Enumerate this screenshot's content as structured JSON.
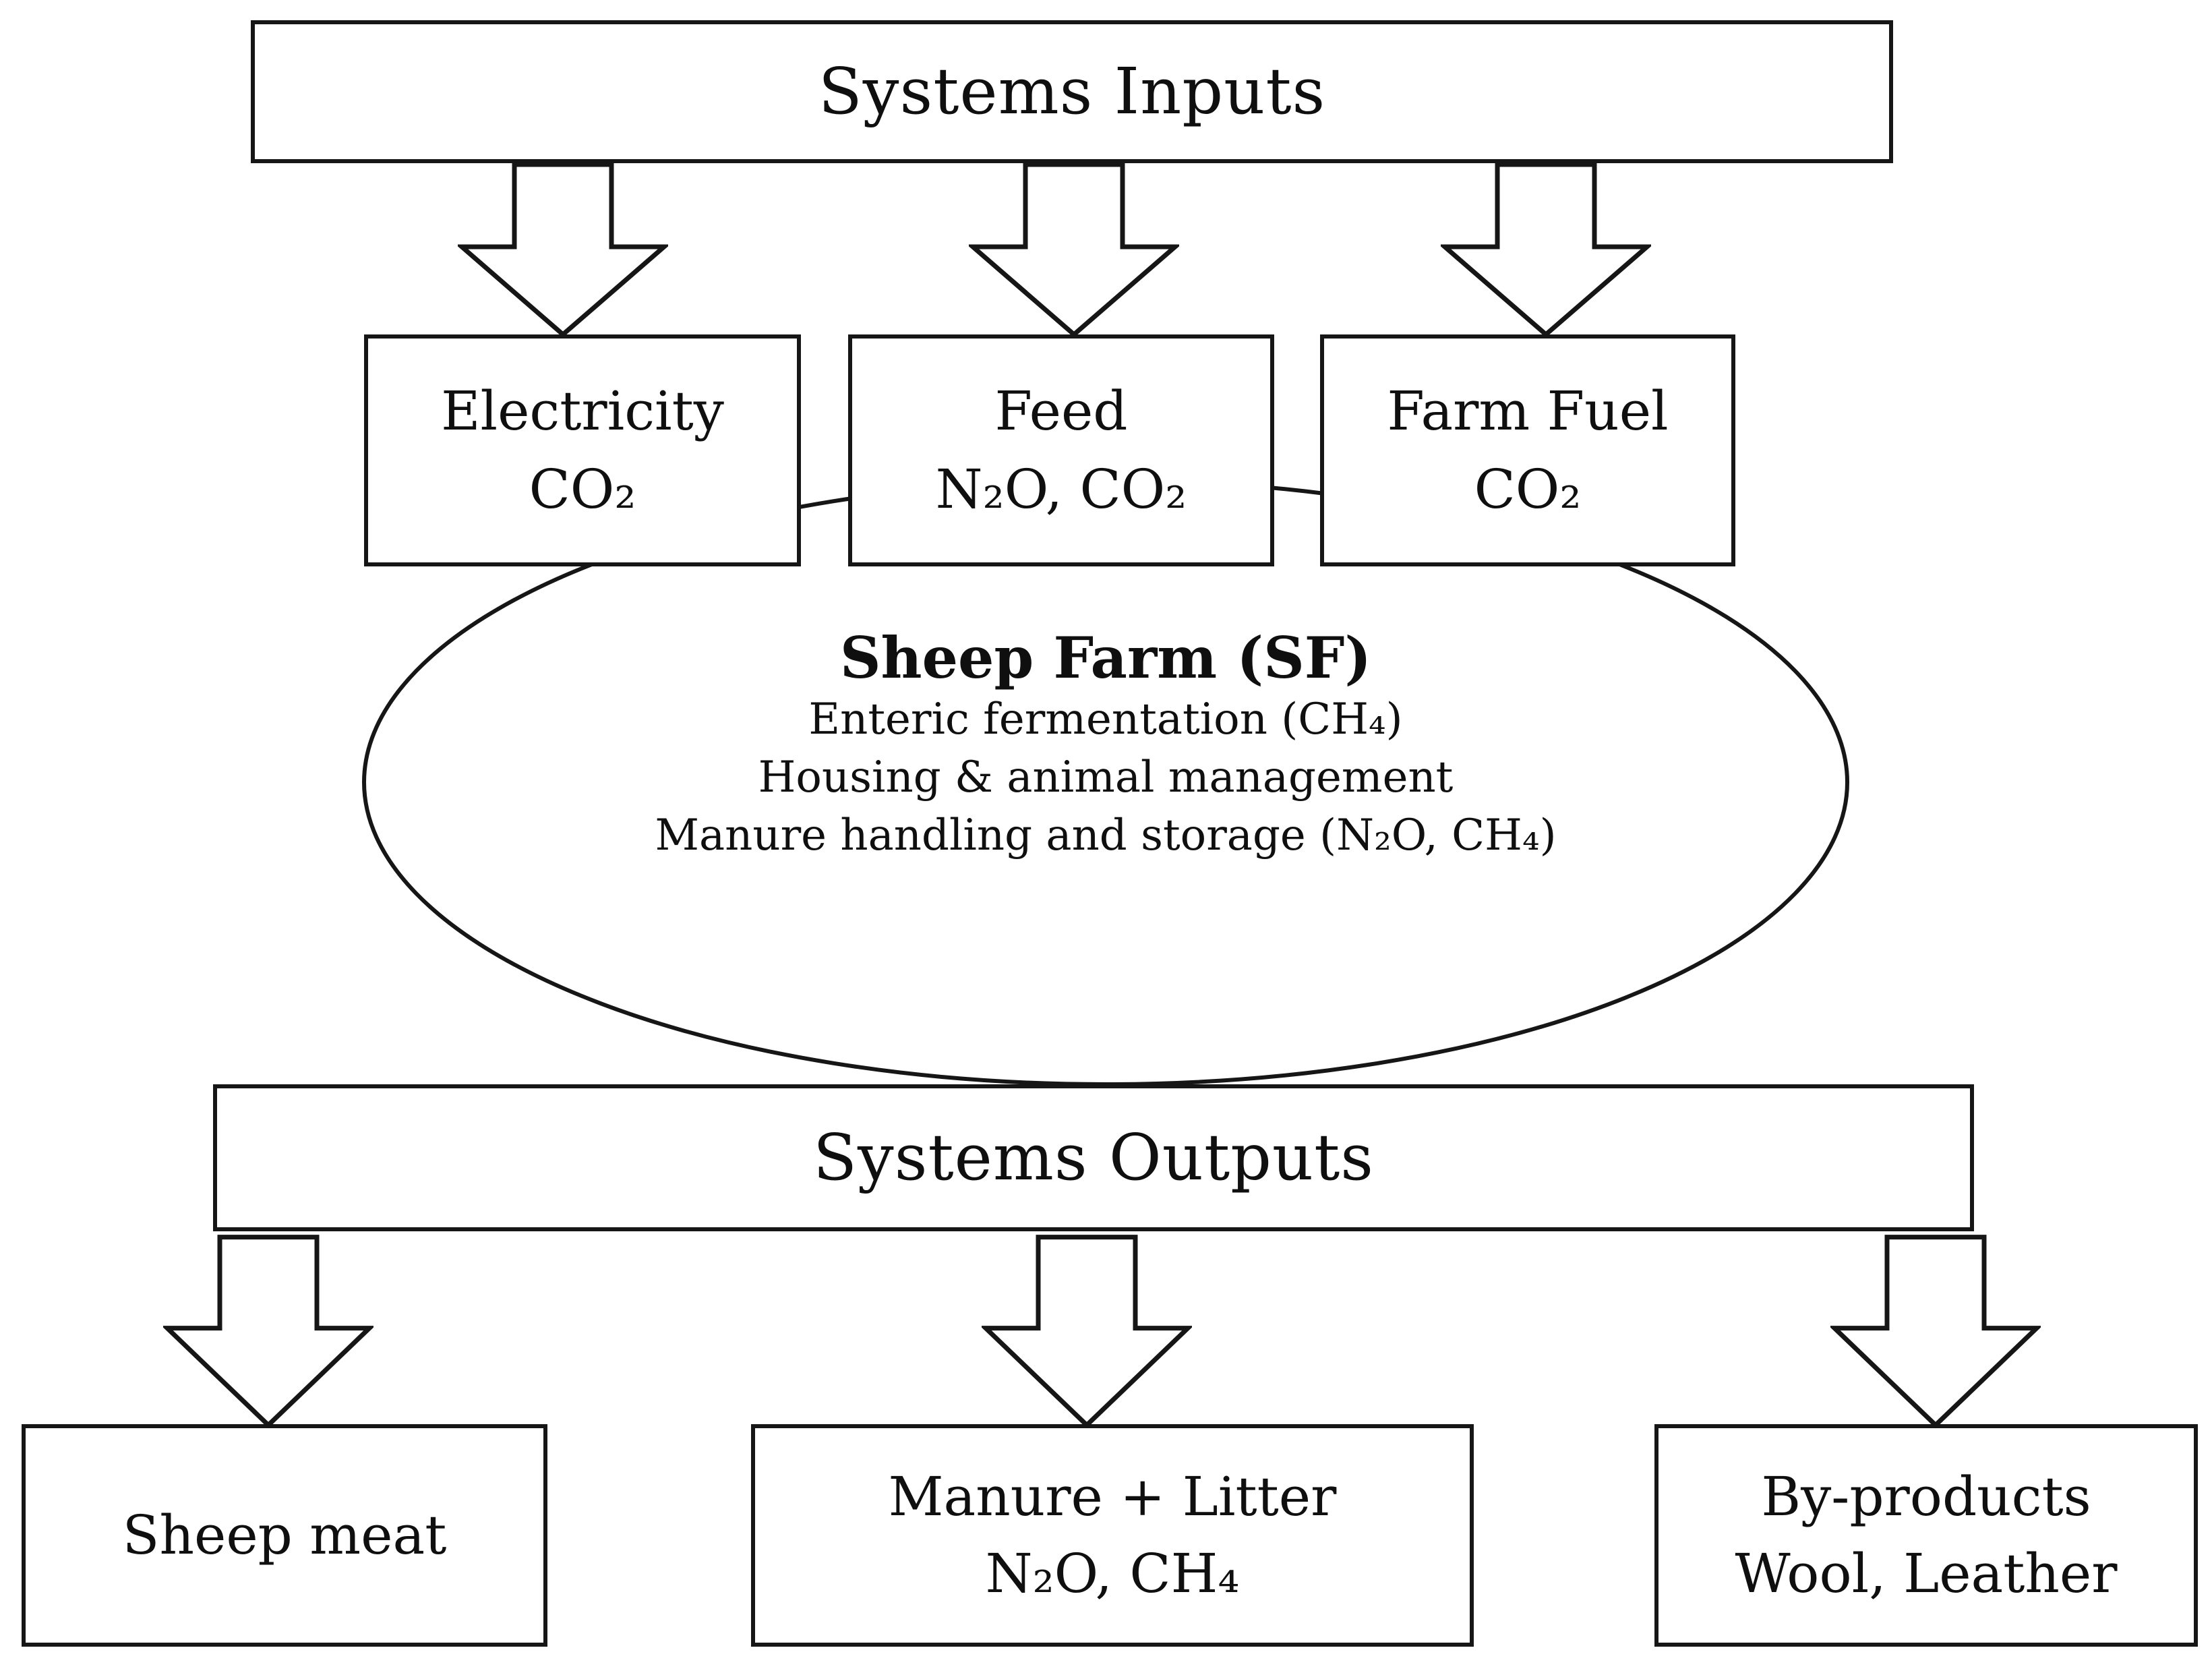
{
  "diagram": {
    "inputs_header": "Systems Inputs",
    "outputs_header": "Systems Outputs",
    "input_boxes": [
      {
        "lines": [
          "Electricity",
          "CO₂"
        ]
      },
      {
        "lines": [
          "Feed",
          "N₂O, CO₂"
        ]
      },
      {
        "lines": [
          "Farm Fuel",
          "CO₂"
        ]
      }
    ],
    "farm": {
      "title": "Sheep Farm (SF)",
      "processes": [
        "Enteric fermentation (CH₄)",
        "Housing & animal management",
        "Manure handling and storage (N₂O, CH₄)"
      ]
    },
    "output_boxes": [
      {
        "lines": [
          "Sheep meat"
        ]
      },
      {
        "lines": [
          "Manure + Litter",
          "N₂O, CH₄"
        ]
      },
      {
        "lines": [
          "By-products",
          "Wool, Leather"
        ]
      }
    ],
    "colors": {
      "ink": "#161616",
      "background": "#ffffff"
    }
  }
}
